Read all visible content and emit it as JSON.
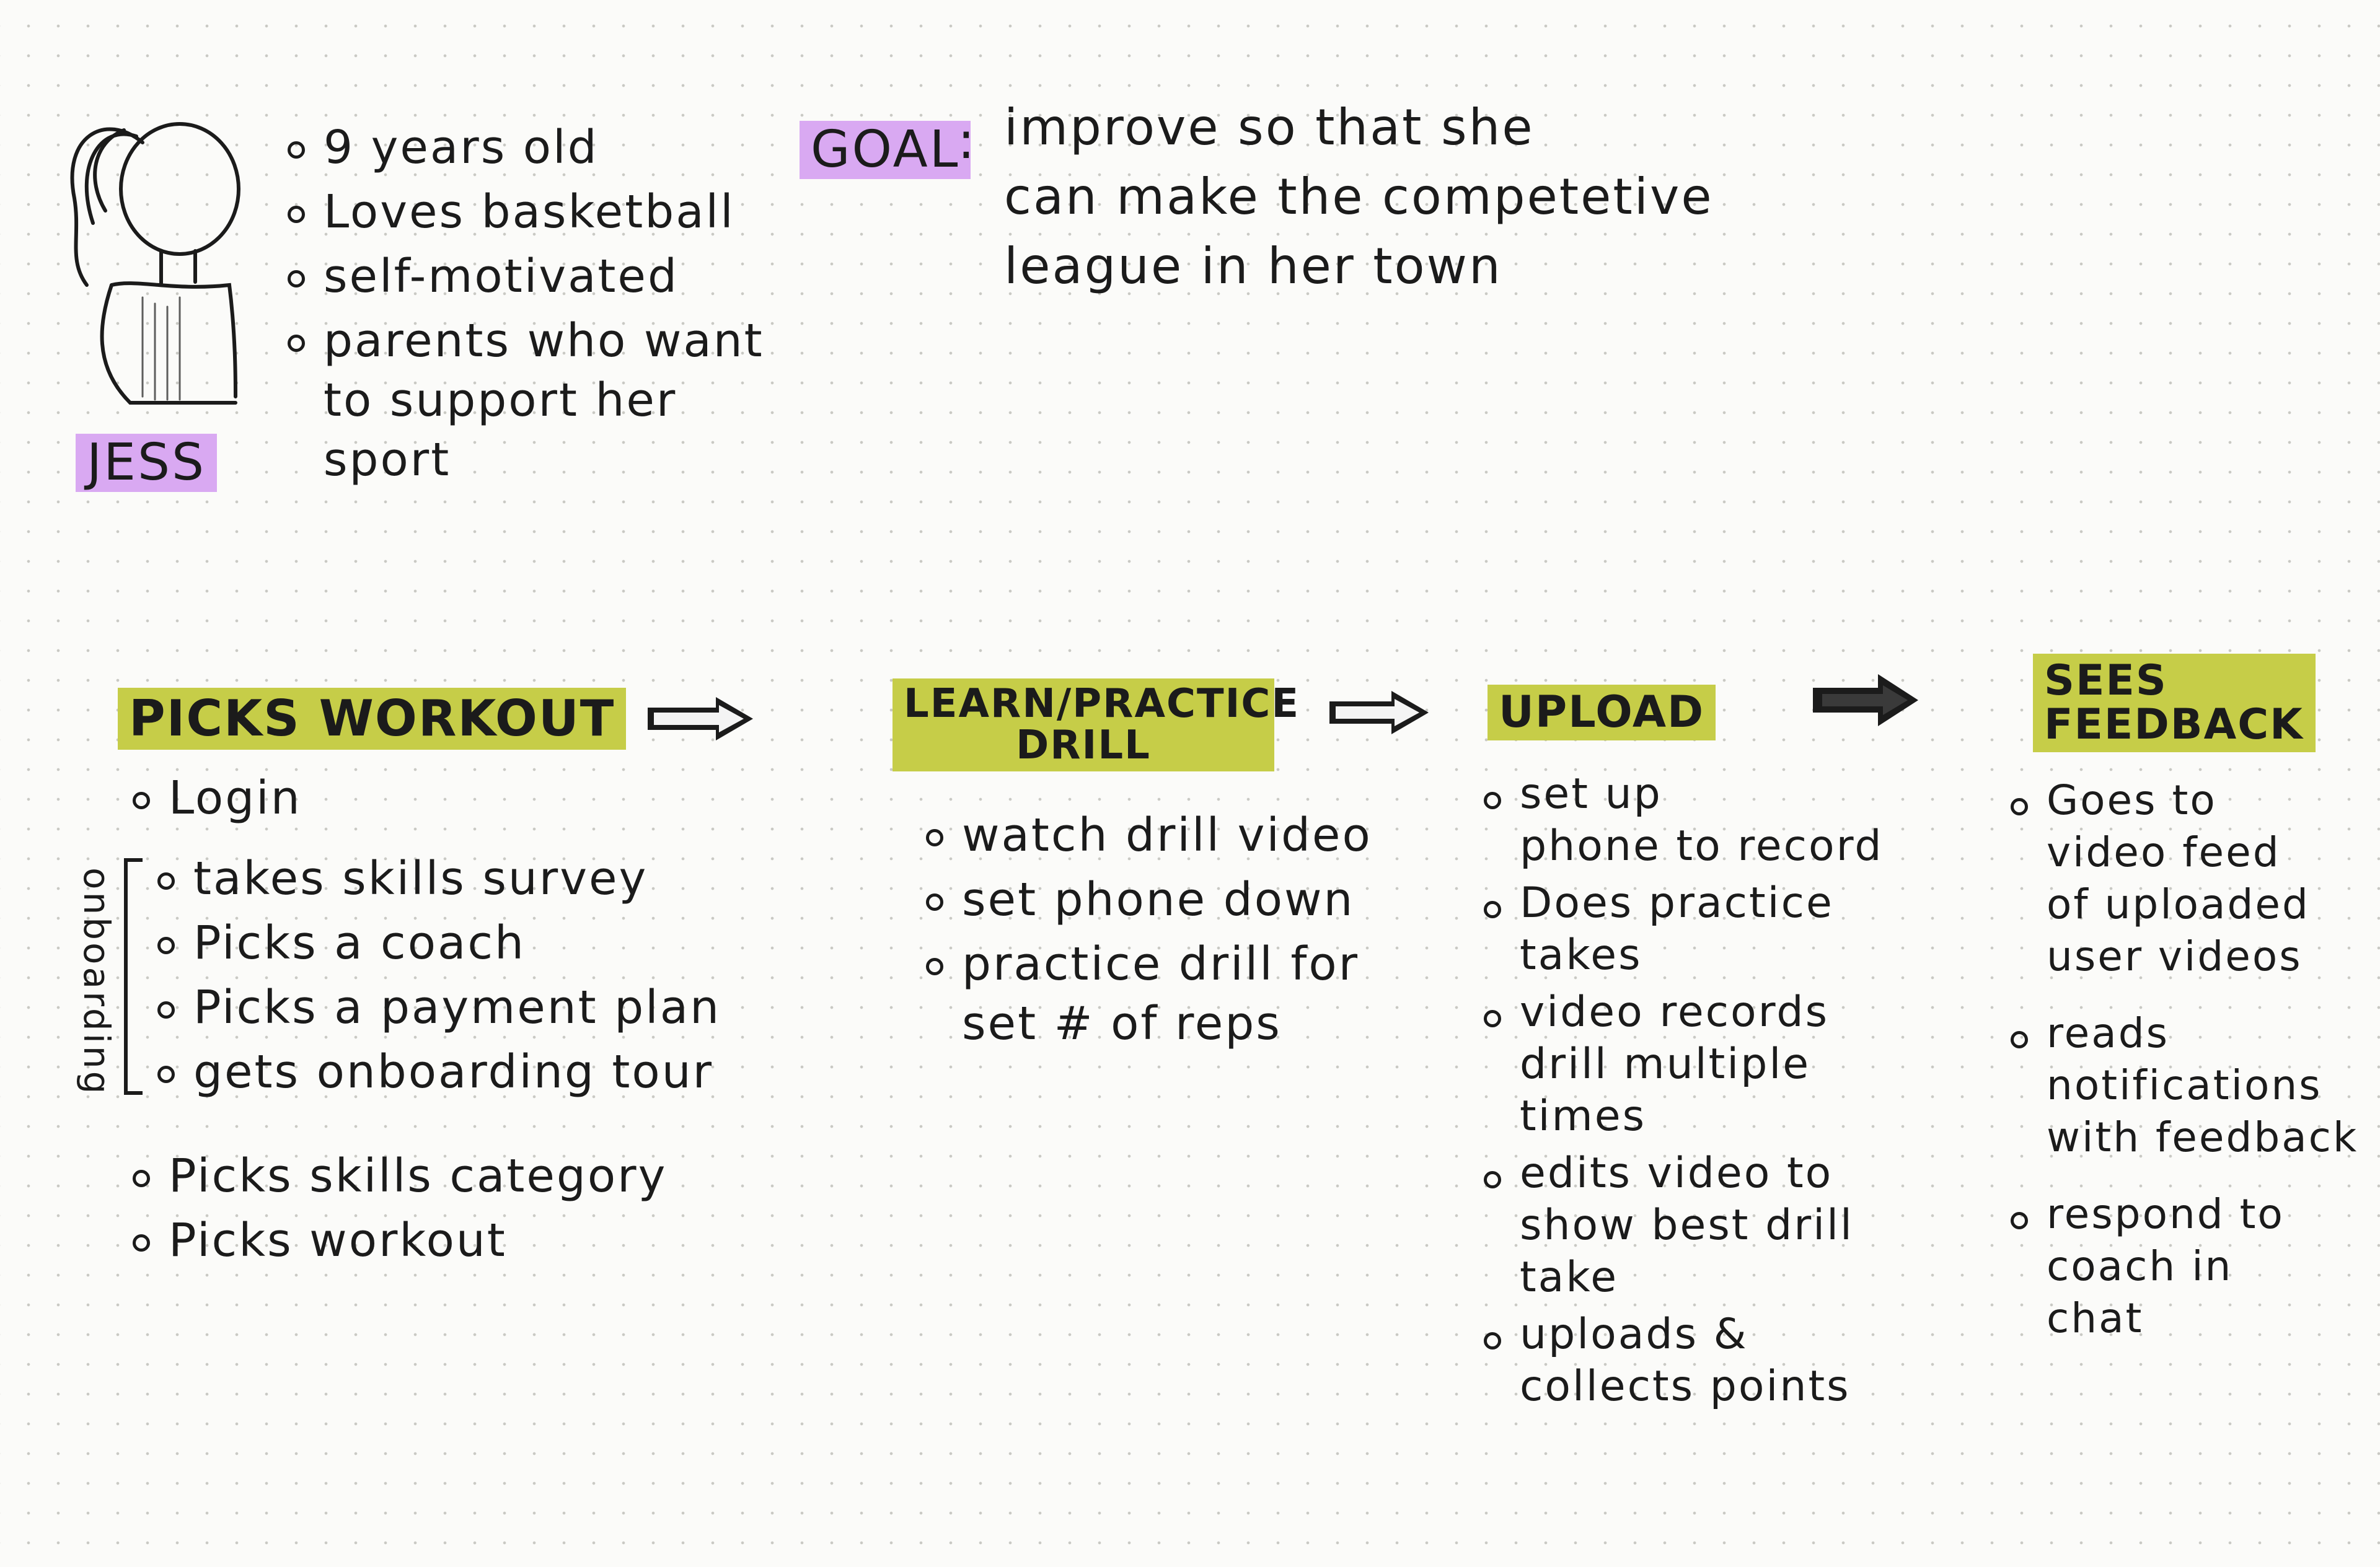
{
  "persona": {
    "name": "JESS",
    "traits": [
      "9 years old",
      "Loves basketball",
      "self-motivated",
      "parents who want\nto support her sport"
    ]
  },
  "goal": {
    "label": "GOAL",
    "separator": ":",
    "text": "improve so that she\ncan make the competetive\nleague in her town"
  },
  "steps": [
    {
      "title": "PICKS WORKOUT",
      "items_top": [
        "Login"
      ],
      "onboarding_label": "onboarding",
      "onboarding_items": [
        "takes skills survey",
        "Picks a coach",
        "Picks a payment plan",
        "gets onboarding tour"
      ],
      "items_bottom": [
        "Picks skills category",
        "Picks workout"
      ]
    },
    {
      "title": "LEARN/PRACTICE\nDRILL",
      "items": [
        "watch drill video",
        "set phone down",
        "practice drill for\nset # of reps"
      ]
    },
    {
      "title": "UPLOAD",
      "items": [
        "set up\nphone to record",
        "Does practice\ntakes",
        "video records\ndrill multiple\ntimes",
        "edits video to\nshow best drill\ntake",
        "uploads &\ncollects points"
      ]
    },
    {
      "title": "SEES\nFEEDBACK",
      "items": [
        "Goes to\nvideo feed\nof uploaded\nuser videos",
        "reads\nnotifications\nwith feedback",
        "respond to\ncoach in\nchat"
      ]
    }
  ],
  "colors": {
    "purple_highlight": "#d9a9f2",
    "yellow_highlight": "#c6cd48",
    "ink": "#1b1b1b"
  }
}
